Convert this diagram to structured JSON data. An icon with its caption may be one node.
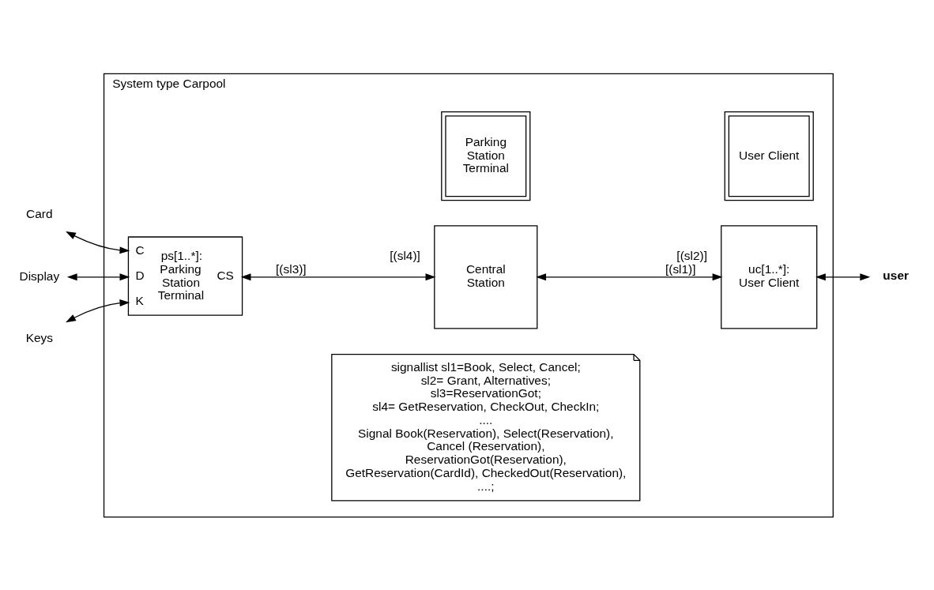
{
  "diagram": {
    "nodes": [
      {
        "text": [
          "System type Carpool"
        ]
      },
      {
        "text": [
          "Parking Station Terminal"
        ],
        "in": 0
      },
      {
        "text": [
          "User Client"
        ],
        "in": 0
      },
      {
        "text": [
          "ps[1..*]: Parking Station Terminal",
          "C",
          "D",
          "K",
          "CS"
        ],
        "in": 0
      },
      {
        "text": [
          "Central Station"
        ],
        "in": 0
      },
      {
        "text": [
          "uc[1..*]: User Client"
        ],
        "in": 0
      },
      {
        "text": [
          "signallist sl1=Book, Select, Cancel;",
          "sl2= Grant, Alternatives;",
          "sl3=ReservationGot;",
          "sl4= GetReservation, CheckOut, CheckIn;",
          "....",
          "Signal Book(Reservation), Select(Reservation), Cancel (Reservation), ReservationGot(Reservation), GetReservation(CardId), CheckedOut(Reservation), ....;"
        ],
        "in": 0
      },
      {
        "text": [
          "Card"
        ]
      },
      {
        "text": [
          "Display"
        ]
      },
      {
        "text": [
          "Keys"
        ]
      },
      {
        "text": [
          "user"
        ]
      }
    ],
    "edges": [
      {
        "from": 7,
        "to": 3,
        "arrow": "both"
      },
      {
        "from": 8,
        "to": 3,
        "arrow": "both"
      },
      {
        "from": 9,
        "to": 3,
        "arrow": "both"
      },
      {
        "from": 3,
        "to": 4,
        "arrow": "both",
        "label": [
          "[(sl3)]",
          "[(sl4)]"
        ]
      },
      {
        "from": 4,
        "to": 5,
        "arrow": "both",
        "label": [
          "[(sl1)]",
          "[(sl2)]"
        ]
      },
      {
        "from": 5,
        "to": 10,
        "arrow": "both"
      }
    ]
  }
}
